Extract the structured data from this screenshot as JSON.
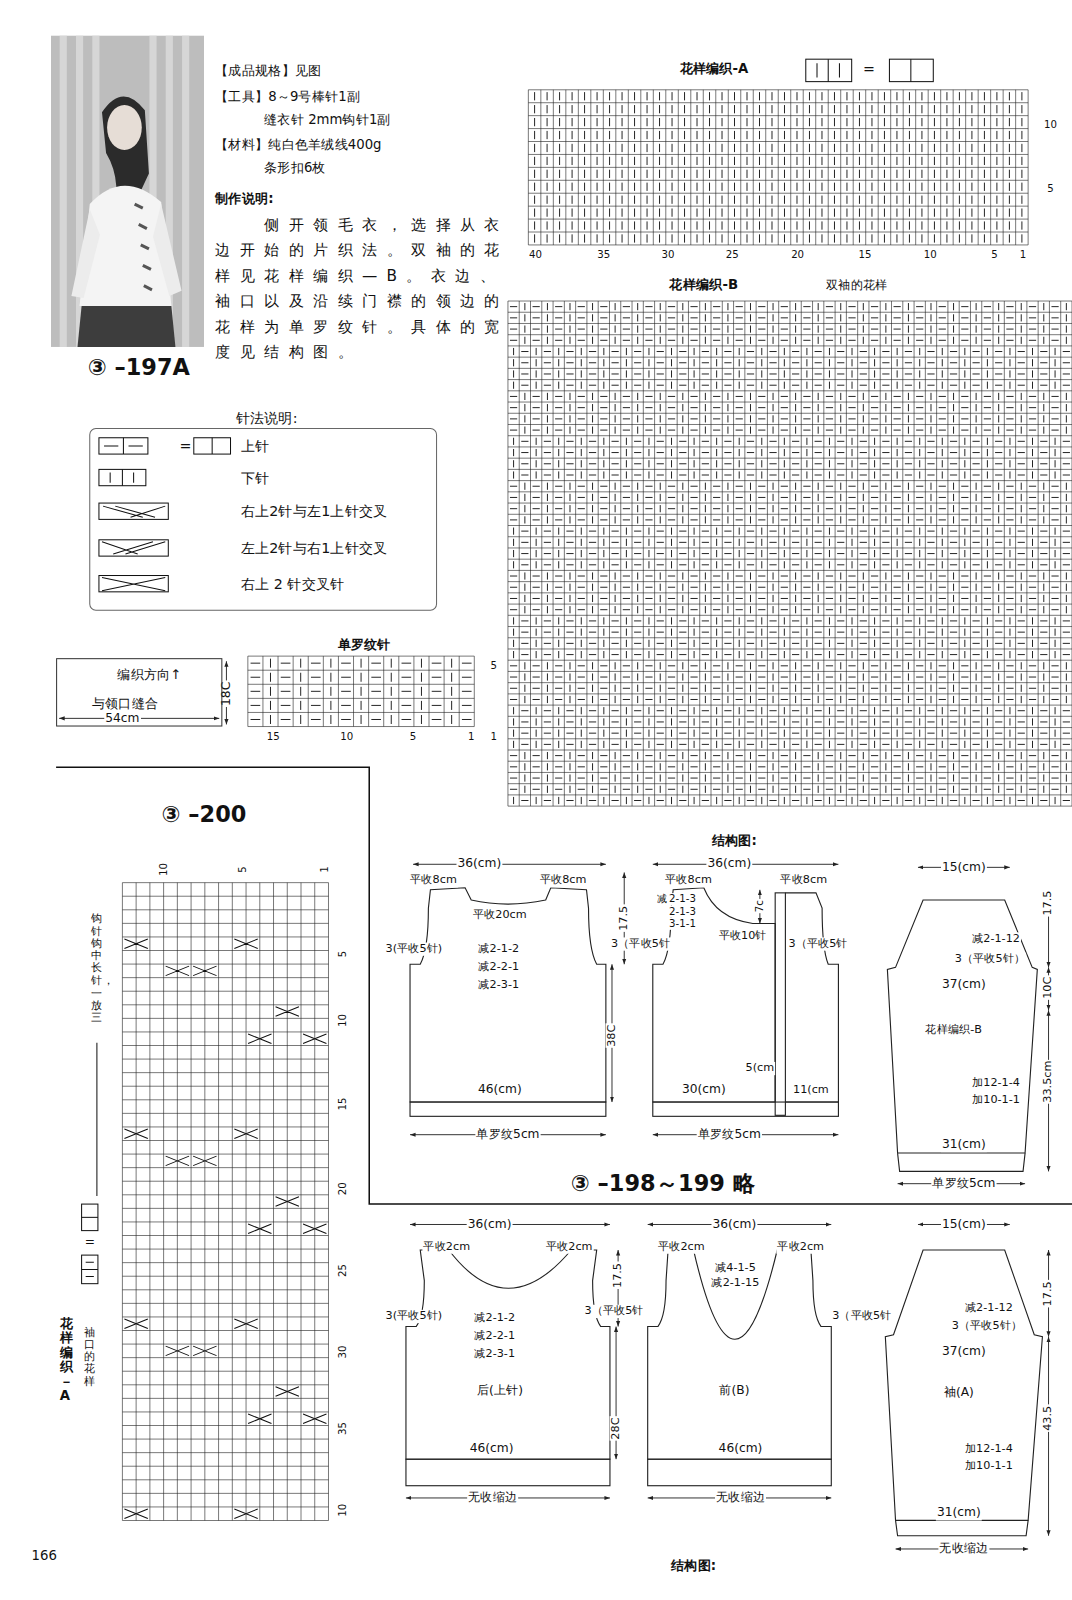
{
  "diagram": {
    "nodes": [
      {
        "text": [
          "编织方向↑",
          "与领口缝合"
        ]
      }
    ],
    "labels": [
      "③ –197A",
      "【成品规格】见图",
      "【工具】8～9号棒针1副",
      "缝衣针 2mm钩针1副",
      "【材料】纯白色羊绒线400g",
      "条形扣6枚",
      "制作说明:",
      "侧开领毛衣，选择从衣边开始的片织法。双袖的花样见花样编织—B。衣边、袖口以及沿续门襟的领边的花样为单罗纹针。具体的宽度见结构图。",
      "针法说明:",
      "=",
      "单罗纹针",
      "54cm",
      "18C",
      "15",
      "10",
      "5",
      "1",
      "5",
      "1",
      "花样编织-A",
      "=",
      "40",
      "35",
      "30",
      "25",
      "20",
      "15",
      "10",
      "5",
      "1",
      "10",
      "5",
      "花样编织-B",
      "双袖的花样",
      "③ –200",
      "10",
      "5",
      "1",
      "5",
      "10",
      "15",
      "20",
      "25",
      "30",
      "35",
      "10",
      "钩针钩中长针，一放三",
      "=",
      "花样编织－A",
      "袖口的花样",
      "③ –198～199 略",
      "结构图:",
      "36(cm)",
      "平收8cm",
      "平收8cm",
      "平收20cm",
      "3(平收5针)",
      "减2-1-2",
      "减2-2-1",
      "减2-3-1",
      "38C",
      "46(cm)",
      "单罗纹5cm",
      "17.5",
      "3（平收5针",
      "36(cm)",
      "平收8cm",
      "平收8cm",
      "减",
      "2-1-3",
      "2-1-3",
      "3-1-1",
      "7c",
      "平收10针",
      "3（平收5针",
      "5(cm",
      "30(cm)",
      "11(cm",
      "单罗纹5cm",
      "15(cm)",
      "减2-1-12",
      "3（平收5针）",
      "37(cm)",
      "花样编织-B",
      "加12-1-4",
      "加10-1-1",
      "31(cm)",
      "单罗纹5cm",
      "17.5",
      "10C",
      "33.5cm",
      "36(cm)",
      "平收2cm",
      "平收2cm",
      "3(平收5针)",
      "减2-1-2",
      "减2-2-1",
      "减2-3-1",
      "17.5",
      "3（平收5针",
      "后(上针)",
      "28C",
      "46(cm)",
      "无收缩边",
      "36(cm)",
      "平收2cm",
      "平收2cm",
      "减4-1-5",
      "减2-1-15",
      "3（平收5针",
      "前(B)",
      "46(cm)",
      "无收缩边",
      "15(cm)",
      "减2-1-12",
      "3（平收5针）",
      "37(cm)",
      "袖(A)",
      "加12-1-4",
      "加10-1-1",
      "31(cm)",
      "无收缩边",
      "17.5",
      "43.5",
      "结构图:",
      "166"
    ],
    "legend": [
      {
        "text": "上针"
      },
      {
        "text": "下针"
      },
      {
        "text": "右上2针与左1上针交叉"
      },
      {
        "text": "左上2针与右1上针交叉"
      },
      {
        "text": "右上 2 针交叉针"
      }
    ]
  }
}
